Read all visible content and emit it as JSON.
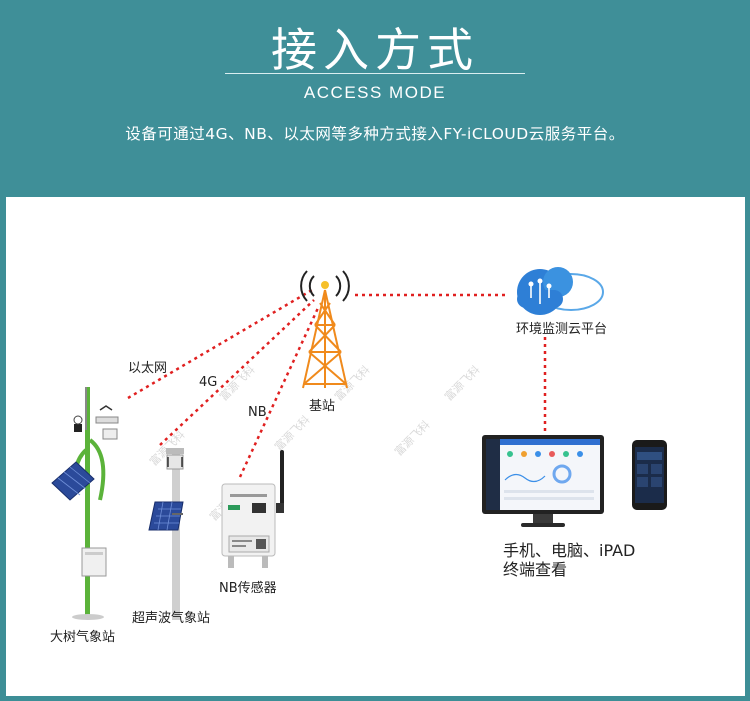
{
  "header": {
    "title": "接入方式",
    "subtitle": "ACCESS MODE",
    "description": "设备可通过4G、NB、以太网等多种方式接入FY-iCLOUD云服务平台。"
  },
  "links": {
    "ethernet": "以太网",
    "g4": "4G",
    "nb": "NB"
  },
  "nodes": {
    "base_station": "基站",
    "cloud_platform": "环境监测云平台",
    "terminals_line1": "手机、电脑、iPAD",
    "terminals_line2": "终端查看",
    "nb_sensor": "NB传感器",
    "ultrasonic_station": "超声波气象站",
    "tree_station": "大树气象站"
  },
  "watermark": "富源飞科",
  "colors": {
    "header_bg": "#3f8f98",
    "link_red": "#e02020",
    "tower_orange": "#f08a1c",
    "cloud_blue": "#2e7fd6",
    "pole_green": "#5bb33a"
  }
}
